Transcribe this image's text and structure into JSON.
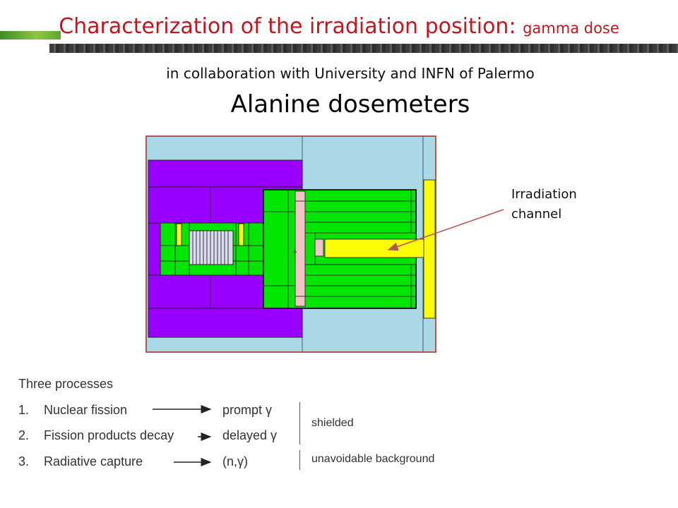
{
  "header": {
    "title_main": "Characterization of the irradiation position:",
    "title_sub": "gamma dose",
    "collaboration": "in collaboration with University and INFN of Palermo",
    "heading": "Alanine dosemeters"
  },
  "diagram": {
    "callout_line1": "Irradiation",
    "callout_line2": "channel"
  },
  "processes": {
    "title": "Three processes",
    "items": [
      {
        "num": "1.",
        "name": "Nuclear fission",
        "result": "prompt γ"
      },
      {
        "num": "2.",
        "name": "Fission products decay",
        "result": "delayed γ"
      },
      {
        "num": "3.",
        "name": "Radiative capture",
        "result": "(n,γ)"
      }
    ],
    "note_shielded": "shielded",
    "note_background": "unavoidable background"
  },
  "colors": {
    "title_red": "#c0171f",
    "light_blue": "#aad8e6",
    "purple": "#9a00ff",
    "green": "#00e600",
    "yellow": "#ffff00",
    "pink": "#f4c3c8",
    "frame": "#b5574d"
  }
}
